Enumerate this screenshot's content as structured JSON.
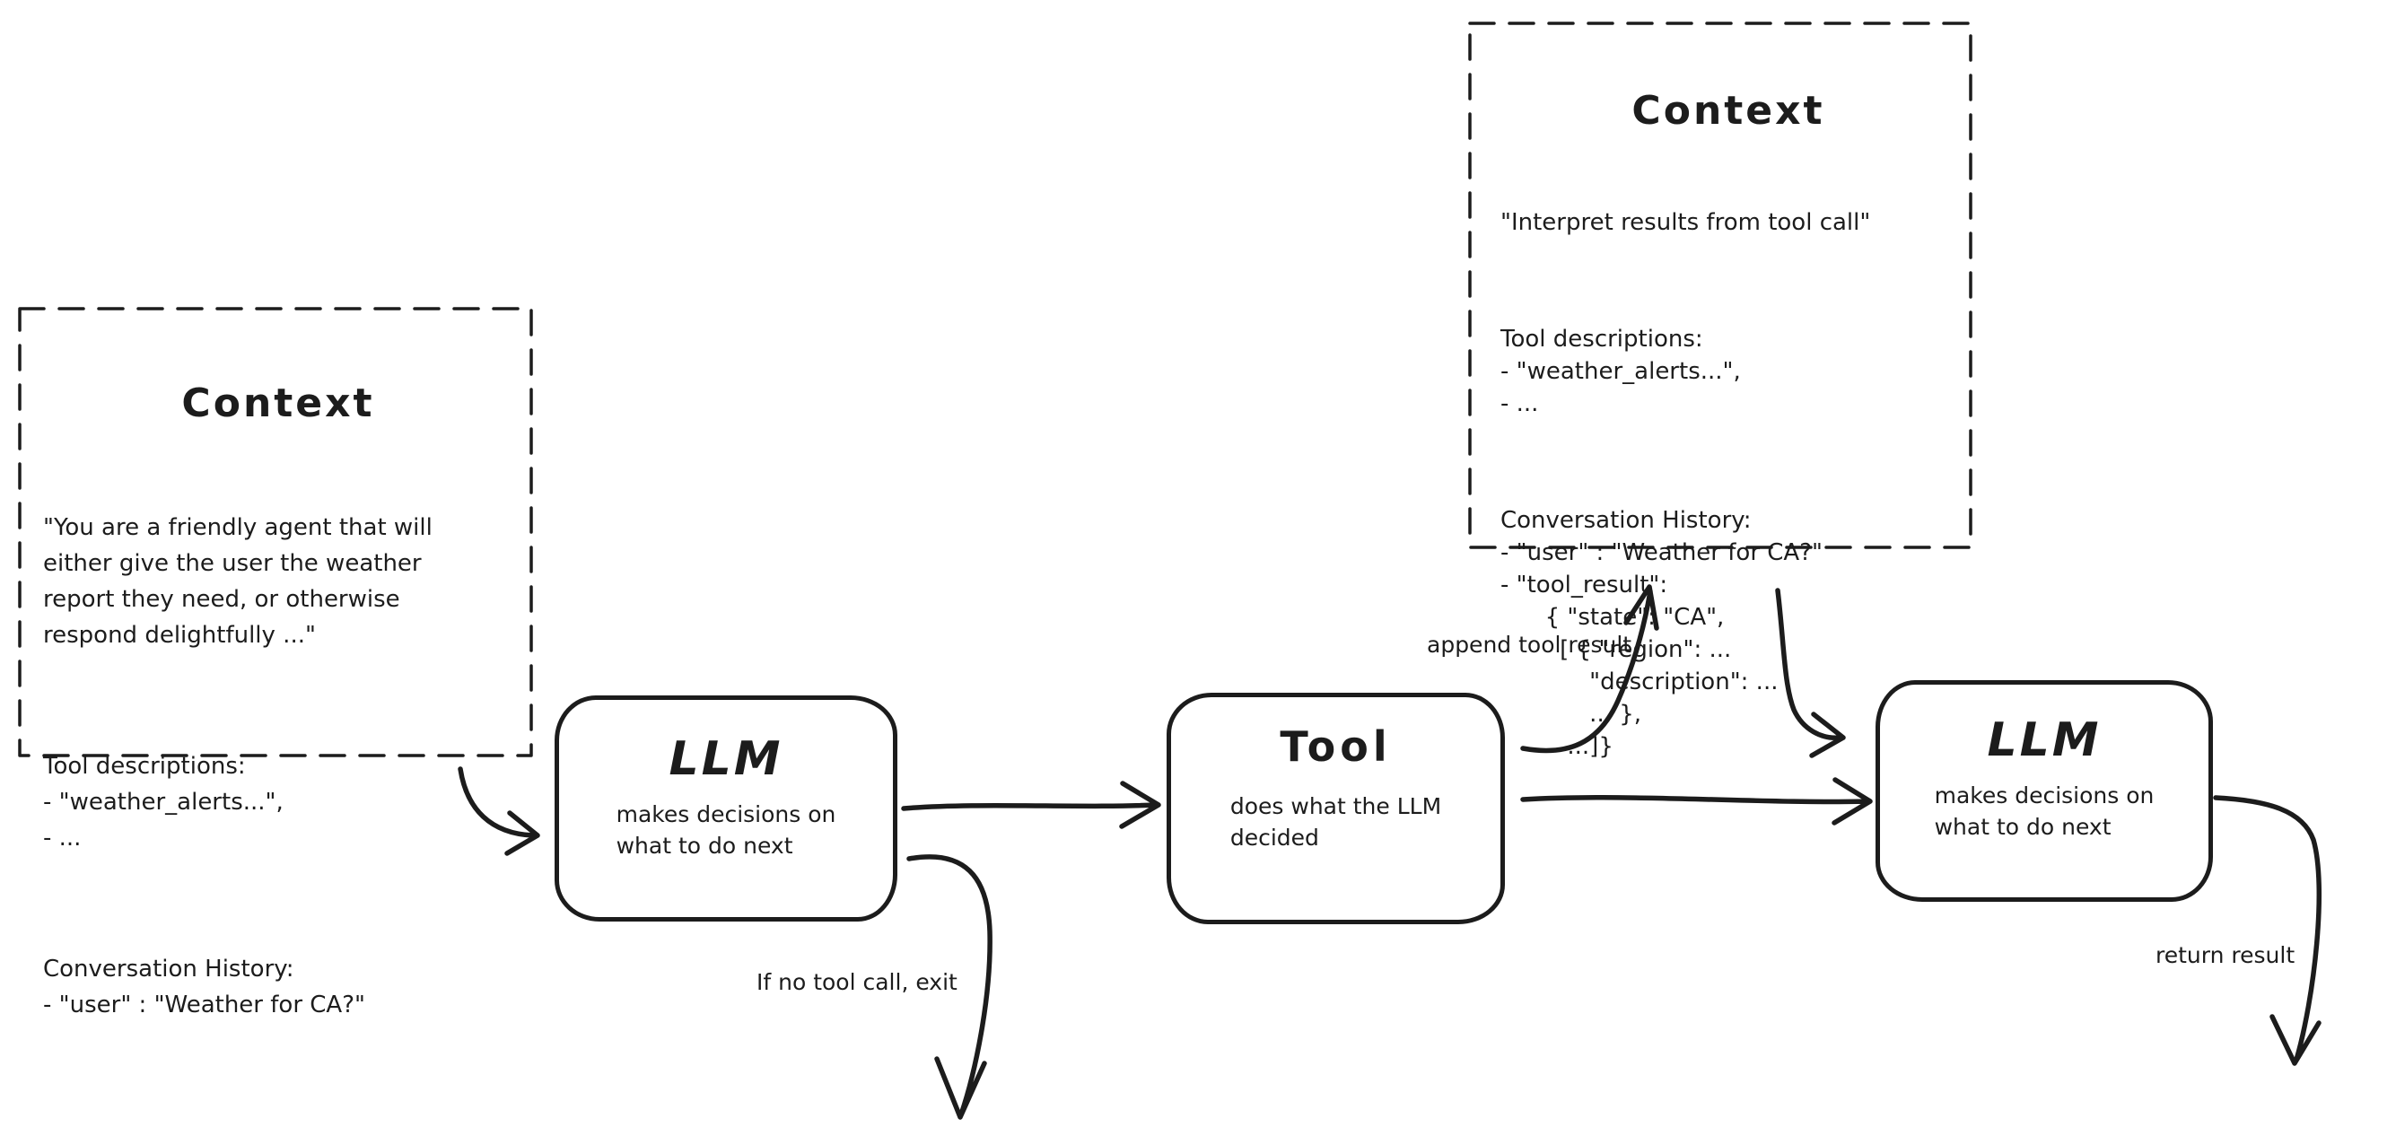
{
  "diagram": {
    "context_left": {
      "title": "Context",
      "system_prompt": [
        "\"You are a friendly agent that will",
        "either give the user the weather",
        "report they need, or otherwise",
        "respond delightfully ...\""
      ],
      "tool_descriptions": [
        "Tool descriptions:",
        "- \"weather_alerts...\",",
        "- ..."
      ],
      "conversation_history": [
        "Conversation History:",
        "- \"user\" : \"Weather for CA?\""
      ]
    },
    "context_right": {
      "title": "Context",
      "system_prompt": [
        "\"Interpret results from tool call\""
      ],
      "tool_descriptions": [
        "Tool descriptions:",
        "- \"weather_alerts...\",",
        "- ..."
      ],
      "conversation_history": [
        "Conversation History:",
        "- \"user\" : \"Weather for CA?\"",
        "- \"tool_result\":",
        "      { \"state\": \"CA\",",
        "        [ { \"region\": ...",
        "            \"description\": ...",
        "            ... },",
        "         ...]}"
      ]
    },
    "llm_first": {
      "title": "LLM",
      "subtitle": [
        "makes decisions on",
        "what to do next"
      ]
    },
    "tool": {
      "title": "Tool",
      "subtitle": [
        "does what the LLM",
        "decided"
      ]
    },
    "llm_second": {
      "title": "LLM",
      "subtitle": [
        "makes decisions on",
        "what to do next"
      ]
    },
    "edge_labels": {
      "append_tool_result": "append tool result",
      "if_no_tool_call_exit": "If no tool call, exit",
      "return_result": "return result"
    },
    "colors": {
      "ink": "#1c1c1c",
      "background": "#ffffff"
    }
  }
}
